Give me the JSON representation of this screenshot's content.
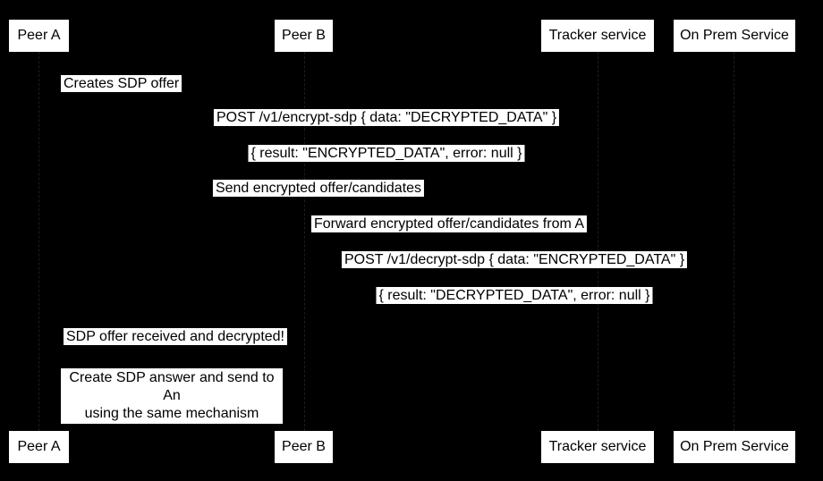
{
  "colors": {
    "background": "#000000",
    "label_background": "#ffffff",
    "label_text": "#000000",
    "lifeline": "#1d1d1d"
  },
  "actors": [
    {
      "label": "Peer A"
    },
    {
      "label": "Peer B"
    },
    {
      "label": "Tracker service"
    },
    {
      "label": "On Prem Service"
    }
  ],
  "messages": [
    {
      "text": "Creates SDP offer"
    },
    {
      "text": "POST /v1/encrypt-sdp { data: \"DECRYPTED_DATA\" }"
    },
    {
      "text": "{ result: \"ENCRYPTED_DATA\", error: null }"
    },
    {
      "text": "Send encrypted offer/candidates"
    },
    {
      "text": "Forward encrypted offer/candidates from A"
    },
    {
      "text": "POST /v1/decrypt-sdp { data: \"ENCRYPTED_DATA\" }"
    },
    {
      "text": "{ result: \"DECRYPTED_DATA\", error: null }"
    },
    {
      "text": "SDP offer received and decrypted!"
    }
  ],
  "note": {
    "line1": "Create SDP answer and send to An",
    "line2": "using the same mechanism"
  }
}
